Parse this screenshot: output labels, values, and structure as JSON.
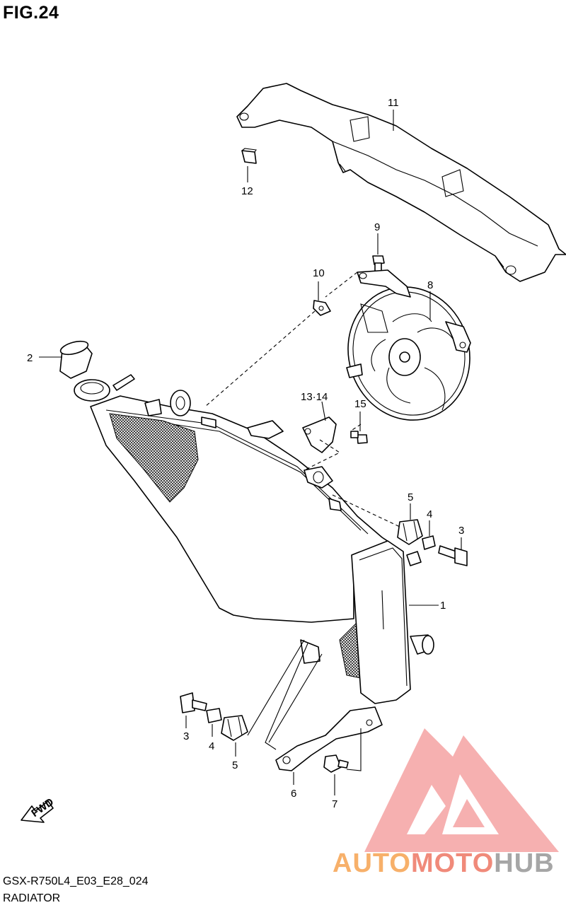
{
  "figure": {
    "title": "FIG.24",
    "model_code": "GSX-R750L4_E03_E28_024",
    "section": "RADIATOR"
  },
  "fwd_label": "FWD",
  "watermark": {
    "auto": "AUTO",
    "moto": "MOTO",
    "hub": "HUB",
    "colors": {
      "auto": "#f7b06a",
      "moto": "#f08a7a",
      "hub": "#a6a6a6",
      "logo": "#f5a3a3"
    }
  },
  "callouts": [
    {
      "id": "11",
      "label": "11"
    },
    {
      "id": "12",
      "label": "12"
    },
    {
      "id": "9",
      "label": "9"
    },
    {
      "id": "10",
      "label": "10"
    },
    {
      "id": "8",
      "label": "8"
    },
    {
      "id": "2",
      "label": "2"
    },
    {
      "id": "13-14",
      "label": "13·14"
    },
    {
      "id": "15",
      "label": "15"
    },
    {
      "id": "5a",
      "label": "5"
    },
    {
      "id": "4a",
      "label": "4"
    },
    {
      "id": "3a",
      "label": "3"
    },
    {
      "id": "1",
      "label": "1"
    },
    {
      "id": "3b",
      "label": "3"
    },
    {
      "id": "4b",
      "label": "4"
    },
    {
      "id": "5b",
      "label": "5"
    },
    {
      "id": "6",
      "label": "6"
    },
    {
      "id": "7",
      "label": "7"
    }
  ]
}
